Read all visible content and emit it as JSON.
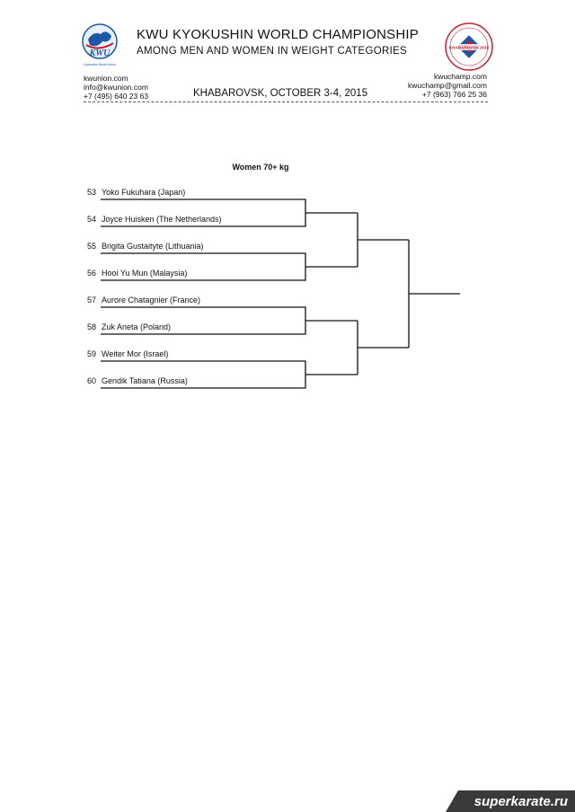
{
  "header": {
    "title_line1": "KWU KYOKUSHIN WORLD CHAMPIONSHIP",
    "title_line2": "AMONG MEN AND WOMEN IN WEIGHT CATEGORIES",
    "left_logo_text": "KWU",
    "left_logo_caption": "Kyokushin World Union",
    "right_logo_text": "KHABAROVSK 2015",
    "contacts_left": [
      "kwunion.com",
      "info@kwunion.com",
      "+7 (495) 640 23 63"
    ],
    "contacts_right": [
      "kwuchamp.com",
      "kwuchamp@gmail.com",
      "+7 (963) 766 25 36"
    ],
    "event_line": "KHABAROVSK, OCTOBER 3-4, 2015"
  },
  "bracket": {
    "category": "Women 70+ kg",
    "entries": [
      {
        "number": "53",
        "name": "Yoko Fukuhara (Japan)"
      },
      {
        "number": "54",
        "name": "Joyce Huisken (The Netherlands)"
      },
      {
        "number": "55",
        "name": "Brigita Gustaityte (Lithuania)"
      },
      {
        "number": "56",
        "name": "Hooi Yu Mun (Malaysia)"
      },
      {
        "number": "57",
        "name": "Aurore Chatagnier (France)"
      },
      {
        "number": "58",
        "name": "Zuk Aneta (Poland)"
      },
      {
        "number": "59",
        "name": "Weiter Mor (Israel)"
      },
      {
        "number": "60",
        "name": "Gendik Tatiana (Russia)"
      }
    ]
  },
  "watermark": "superkarate.ru",
  "colors": {
    "logo_blue": "#1c57a8",
    "logo_red": "#c8202a",
    "text": "#111111"
  }
}
